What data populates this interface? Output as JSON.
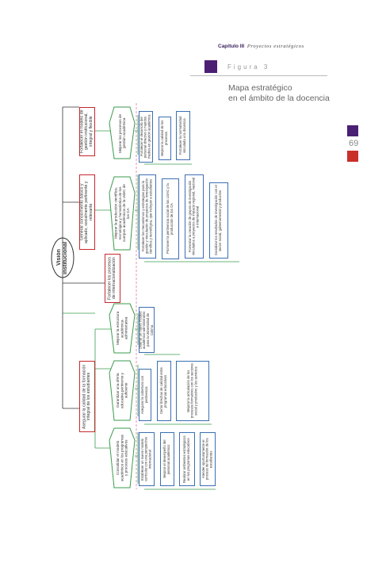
{
  "header": {
    "chapter_label": "Capítulo III",
    "chapter_title": "Proyectos estratégicos",
    "figure_label": "Figura 3",
    "figure_title_line1": "Mapa estratégico",
    "figure_title_line2": "en el ámbito de la docencia"
  },
  "page_number": "69",
  "colors": {
    "purple": "#4b1f73",
    "red": "#c8302a",
    "goal_border": "#c6282d",
    "strategy_border": "#3a9b4e",
    "action_border": "#3b6fb3"
  },
  "diagram": {
    "root": "Visión institucional",
    "goals": [
      "Fortalecer el modelo de gestión institucional, integral y flexible",
      "Generar conocimiento básico y aplicado, socialmente pertinente y relevante",
      "Fortalecer los procesos de internacionalización",
      "Asegurar la calidad de la formación integral de los estudiantes"
    ],
    "strategies": [
      "Mejorar los procesos de gestión académica",
      "Mejorar la producción científica, tecnológica y humanística de los cuerpos académicos de la UdeC de los CA",
      "Mejorar la estructura académica-administrativa",
      "Garantizar una oferta educativa pertinente y suficiente",
      "Consolidar el modelo académico en los programas y procesos educativos"
    ],
    "actions": [
      "Fortalecer el desarrollo del personal directivo y mandos medios en gestión académica",
      "Mejorar la calidad de los procesos",
      "Fortalecer la normatividad vinculada a la docencia",
      "Fortalecer los mecanismos y estrategias para la gestión y vinculación de proyectos de investigación científica y tecnológica, que incluyan a estudiantes",
      "Promover la pertinencia social de las LGAC y la producción de los CA",
      "Fomentar la creación de grupos de investigación vinculados a proyectos de impacto regional, nacional e internacional",
      "Socializar los resultados de investigación con el sector social, gubernamental y productivo",
      "Diseñar un nuevo modelo académico-administrativo para la Universidad de Colima",
      "Asegurar la cobertura con pertinencia",
      "Cerrar brechas de calidad entre programas educativos",
      "Mejorar la articulación de los procesos formativos con los sectores social y productivo y los servicios",
      "Establecer un nuevo modelo curricular con una perspectiva internacional",
      "Mejorar el desempeño del personal académico",
      "Realizar ambientes estratégicos en los programas educativos",
      "Atender oportunamente el proceso de formación de los estudiantes"
    ]
  }
}
